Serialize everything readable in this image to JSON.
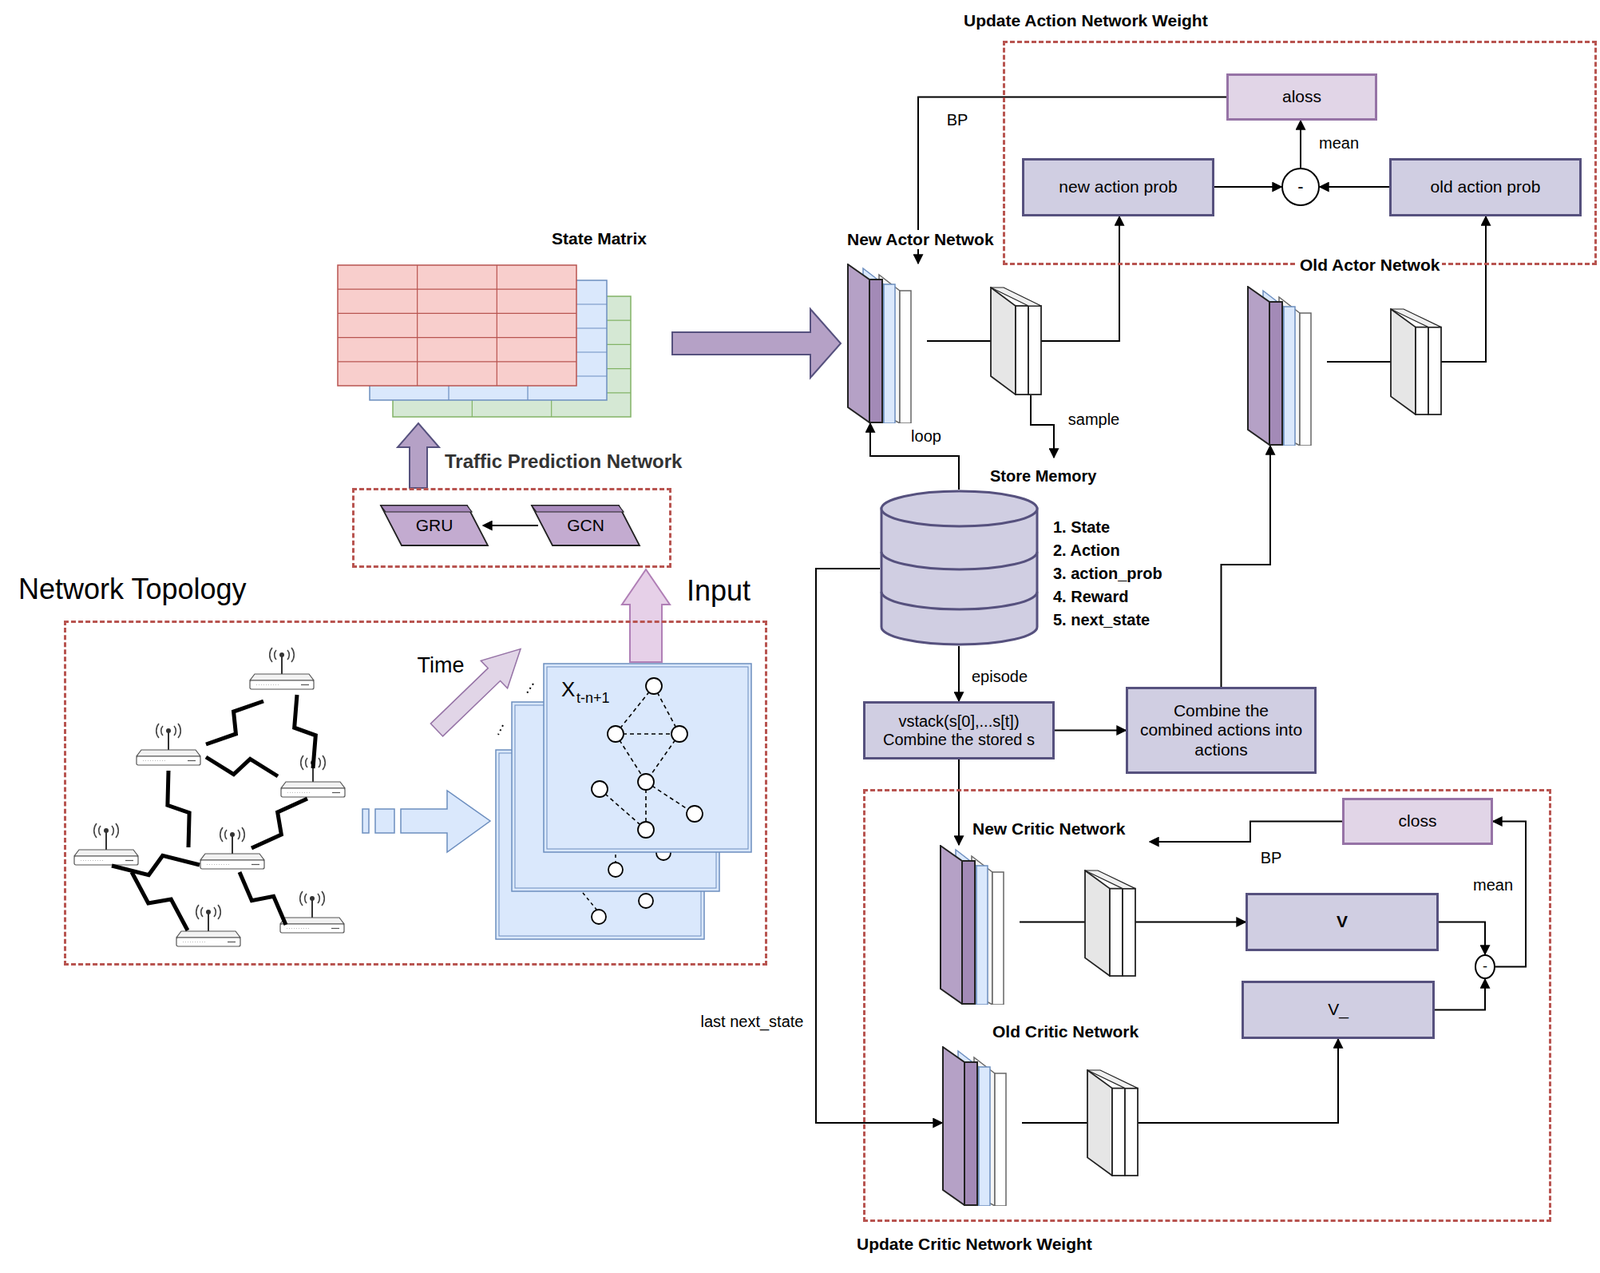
{
  "diagram": {
    "nodes": [
      {
        "text": [
          "Update Action Network Weight"
        ]
      },
      {
        "text": [
          "aloss"
        ],
        "in": 0
      },
      {
        "text": [
          "new action prob"
        ],
        "in": 0
      },
      {
        "text": [
          "-"
        ],
        "in": 0
      },
      {
        "text": [
          "old action prob"
        ],
        "in": 0
      },
      {
        "text": [
          "State Matrix"
        ]
      },
      {
        "text": [
          "New Actor Netwok"
        ]
      },
      {
        "text": [
          "Old Actor Netwok"
        ]
      },
      {
        "text": [
          "Traffic Prediction Network"
        ]
      },
      {
        "text": [
          "GRU"
        ],
        "in": 8
      },
      {
        "text": [
          "GCN"
        ],
        "in": 8
      },
      {
        "text": [
          "Network Topology"
        ]
      },
      {
        "text": [
          "Store Memory",
          "1. State",
          "2. Action",
          "3. action_prob",
          "4. Reward",
          "5. next_state"
        ]
      },
      {
        "text": [
          "vstack(s[0],...s[t]) Combine the stored s"
        ]
      },
      {
        "text": [
          "Combine the combined actions into actions"
        ]
      },
      {
        "text": [
          "Update Critic Network Weight"
        ]
      },
      {
        "text": [
          "New Critic Network"
        ],
        "in": 15
      },
      {
        "text": [
          "closs"
        ],
        "in": 15
      },
      {
        "text": [
          "V"
        ],
        "in": 15
      },
      {
        "text": [
          "V_"
        ],
        "in": 15
      },
      {
        "text": [
          "-"
        ],
        "in": 15
      },
      {
        "text": [
          "Old Critic Network"
        ],
        "in": 15
      }
    ],
    "edges": [
      {
        "from": 1,
        "to": 6,
        "label": "BP",
        "arrow": "to"
      },
      {
        "from": 2,
        "to": 3,
        "arrow": "to"
      },
      {
        "from": 4,
        "to": 3,
        "arrow": "to"
      },
      {
        "from": 3,
        "to": 1,
        "label": "mean",
        "arrow": "to"
      },
      {
        "from": 5,
        "to": 6,
        "arrow": "to"
      },
      {
        "from": 6,
        "to": 2,
        "arrow": "to"
      },
      {
        "from": 6,
        "to": 12,
        "label": "sample",
        "arrow": "to"
      },
      {
        "from": 12,
        "to": 6,
        "label": "loop",
        "arrow": "to"
      },
      {
        "from": 7,
        "to": 4,
        "arrow": "to"
      },
      {
        "from": 10,
        "to": 9,
        "arrow": "to"
      },
      {
        "from": 8,
        "to": 5,
        "arrow": "to"
      },
      {
        "from": 11,
        "to": 8,
        "arrow": "to"
      },
      {
        "from": 12,
        "to": 13,
        "label": "episode",
        "arrow": "to"
      },
      {
        "from": 13,
        "to": 14,
        "arrow": "to"
      },
      {
        "from": 14,
        "to": 7,
        "arrow": "to"
      },
      {
        "from": 13,
        "to": 16,
        "arrow": "to"
      },
      {
        "from": 12,
        "to": 21,
        "label": "last next_state",
        "arrow": "to"
      },
      {
        "from": 16,
        "to": 18,
        "arrow": "to"
      },
      {
        "from": 21,
        "to": 19,
        "arrow": "to"
      },
      {
        "from": 18,
        "to": 20,
        "arrow": "to"
      },
      {
        "from": 19,
        "to": 20,
        "arrow": "to"
      },
      {
        "from": 20,
        "to": 17,
        "label": "mean",
        "arrow": "to"
      },
      {
        "from": 17,
        "to": 16,
        "label": "BP",
        "arrow": "to"
      }
    ],
    "labels": [
      "Time",
      "Input",
      "X",
      "t-n+1"
    ]
  }
}
